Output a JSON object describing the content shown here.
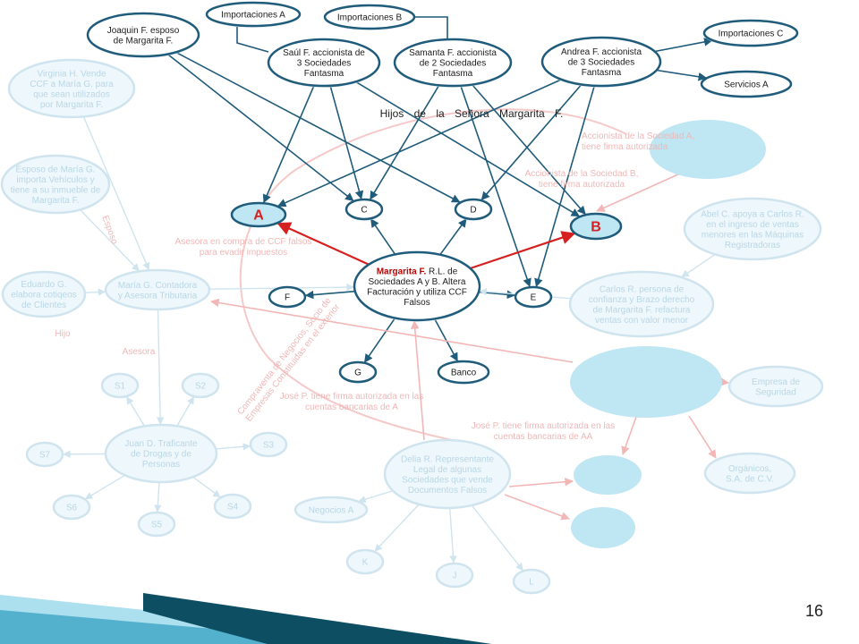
{
  "slide": {
    "page_number": "16",
    "subtitle": "Hijos de la Señora Margarita F."
  },
  "colors": {
    "primary_edge": "#1f5b7a",
    "primary_stroke": "#1f5b7a",
    "faded_text": "#b9d7e6",
    "faded_stroke": "#cfe4ee",
    "faded_fill": "#eef7fb",
    "solid_fill": "#bfe6f3",
    "red_accent": "#d62020",
    "pink_edge": "#f3b6b6",
    "pink_loop": "#f6c9c9",
    "highlight_text": "#c00000",
    "banner_dark": "#0d4e63",
    "banner_light": "#7fd0e6"
  },
  "nodes": {
    "joaquin": {
      "lines": [
        "Joaquin F. esposo",
        "de Margarita F."
      ]
    },
    "imp_a": {
      "lines": [
        "Importaciones A"
      ]
    },
    "imp_b": {
      "lines": [
        "Importaciones B"
      ]
    },
    "saul": {
      "lines": [
        "Saúl F. accionista de",
        "3 Sociedades",
        "Fantasma"
      ]
    },
    "samanta": {
      "lines": [
        "Samanta F. accionista",
        "de 2 Sociedades",
        "Fantasma"
      ]
    },
    "andrea": {
      "lines": [
        "Andrea F. accionista",
        "de 3 Sociedades",
        "Fantasma"
      ]
    },
    "imp_c": {
      "lines": [
        "Importaciones C"
      ]
    },
    "serv_a": {
      "lines": [
        "Servicios A"
      ]
    },
    "virginia": {
      "lines": [
        "Virginia H. Vende",
        "CCF a María G. para",
        "que sean utilizados",
        "por Margarita F."
      ]
    },
    "esposo_maria": {
      "lines": [
        "Esposo de María G.",
        "importa Vehículos y",
        "tiene a su inmueble de",
        "Margarita F."
      ]
    },
    "node_a": {
      "lines": [
        "A"
      ]
    },
    "node_c": {
      "lines": [
        "C"
      ]
    },
    "node_d": {
      "lines": [
        "D"
      ]
    },
    "node_b": {
      "lines": [
        "B"
      ]
    },
    "abel": {
      "lines": [
        "Abel C. apoya a Carlos R.",
        "en el ingreso de ventas",
        "menores en las Máquinas",
        "Registradoras"
      ]
    },
    "eduardo": {
      "lines": [
        "Eduardo G.",
        "elabora cotiqeos",
        "de Clientes"
      ]
    },
    "maria": {
      "lines": [
        "María G. Contadora",
        "y Asesora Tributaria"
      ]
    },
    "margarita": {
      "highlight": "Margarita F.",
      "lines": [
        " R.L. de",
        "Sociedades A y B. Altera",
        "Facturación y utiliza CCF",
        "Falsos"
      ]
    },
    "node_f": {
      "lines": [
        "F"
      ]
    },
    "node_e": {
      "lines": [
        "E"
      ]
    },
    "carlos": {
      "lines": [
        "Carlos R. persona de",
        "confianza y Brazo derecho",
        "de Margarita F. refactura",
        "ventas con valor menor"
      ]
    },
    "node_g": {
      "lines": [
        "G"
      ]
    },
    "banco": {
      "lines": [
        "Banco"
      ]
    },
    "s1": {
      "lines": [
        "S1"
      ]
    },
    "s2": {
      "lines": [
        "S2"
      ]
    },
    "s3": {
      "lines": [
        "S3"
      ]
    },
    "s4": {
      "lines": [
        "S4"
      ]
    },
    "s5": {
      "lines": [
        "S5"
      ]
    },
    "s6": {
      "lines": [
        "S6"
      ]
    },
    "s7": {
      "lines": [
        "S7"
      ]
    },
    "juan": {
      "lines": [
        "Juan D. Traficante",
        "de Drogas y de",
        "Personas"
      ]
    },
    "empresa_seg": {
      "lines": [
        "Empresa de",
        "Seguridad"
      ]
    },
    "organicos": {
      "lines": [
        "Orgánicos,",
        "S.A. de C.V."
      ]
    },
    "delia": {
      "lines": [
        "Delia R. Representante",
        "Legal de algunas",
        "Sociedades que vende",
        "Documentos Falsos"
      ]
    },
    "negocios_a": {
      "lines": [
        "Negocios A"
      ]
    },
    "node_k": {
      "lines": [
        "K"
      ]
    },
    "node_j": {
      "lines": [
        "J"
      ]
    },
    "node_l": {
      "lines": [
        "L"
      ]
    }
  },
  "annotations": {
    "accionista_a": {
      "lines": [
        "Accionista de la Sociedad A,",
        "tiene firma autorizada"
      ]
    },
    "accionista_b": {
      "lines": [
        "Accionista de la Sociedad B,",
        "tiene firma autorizada"
      ]
    },
    "asesora_compra": {
      "lines": [
        "Asesora en compra de CCF falsos",
        "para evadir impuestos"
      ]
    },
    "esposo_label": {
      "lines": [
        "Esposo"
      ]
    },
    "hijo_label": {
      "lines": [
        "Hijo"
      ]
    },
    "asesora_label": {
      "lines": [
        "Asesora"
      ]
    },
    "compraventa": {
      "lines": [
        "Compraventa de Negocios, Socio de",
        "Empresas Constituidas en el exterior"
      ]
    },
    "jose_a": {
      "lines": [
        "José P. tiene firma autorizada en las",
        "cuentas bancarias de A"
      ]
    },
    "jose_aa": {
      "lines": [
        "José P. tiene firma autorizada en las",
        "cuentas bancarias de AA"
      ]
    }
  }
}
